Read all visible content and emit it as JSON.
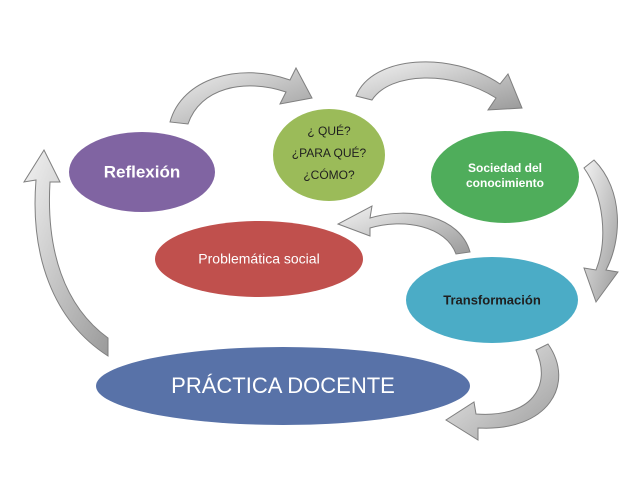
{
  "nodes": {
    "reflexion": {
      "label": "Reflexión",
      "color": "#8064a2",
      "text_color": "#ffffff"
    },
    "questions": {
      "lines": [
        "¿ QUÉ?",
        "¿PARA QUÉ?",
        "¿CÓMO?"
      ],
      "color": "#9bbb59",
      "text_color": "#1f1f1f"
    },
    "sociedad": {
      "lines": [
        "Sociedad del",
        "conocimiento"
      ],
      "color": "#4fad5b",
      "text_color": "#ffffff"
    },
    "problematica": {
      "label": "Problemática social",
      "color": "#c0504d",
      "text_color": "#ffffff"
    },
    "transformacion": {
      "label": "Transformación",
      "color": "#4bacc6",
      "text_color": "#1f1f1f"
    },
    "practica": {
      "label": "PRÁCTICA DOCENTE",
      "color": "#5872a8",
      "text_color": "#ffffff"
    }
  },
  "colors": {
    "arrow_fill": "#d9d9d9",
    "arrow_stroke": "#7f7f7f"
  }
}
